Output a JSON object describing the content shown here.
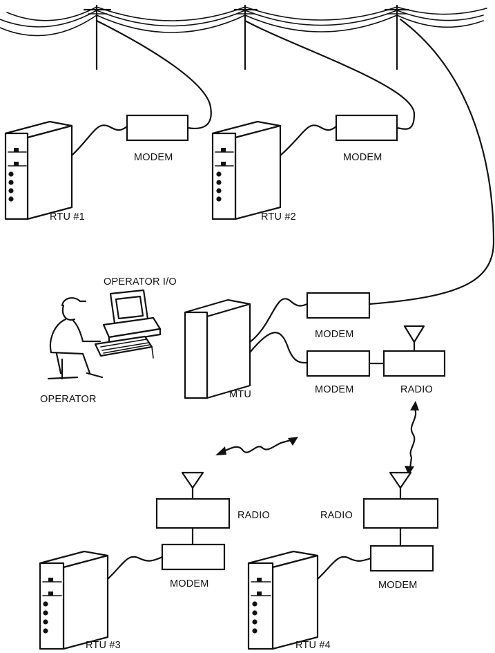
{
  "labels": {
    "modem_1": "MODEM",
    "modem_2": "MODEM",
    "rtu_1": "RTU #1",
    "rtu_2": "RTU #2",
    "operator_io": "OPERATOR I/O",
    "operator": "OPERATOR",
    "mtu": "MTU",
    "mtu_modem_top": "MODEM",
    "mtu_modem_bottom": "MODEM",
    "mtu_radio": "RADIO",
    "radio_3": "RADIO",
    "radio_4": "RADIO",
    "modem_3": "MODEM",
    "modem_4": "MODEM",
    "rtu_3": "RTU #3",
    "rtu_4": "RTU #4"
  }
}
